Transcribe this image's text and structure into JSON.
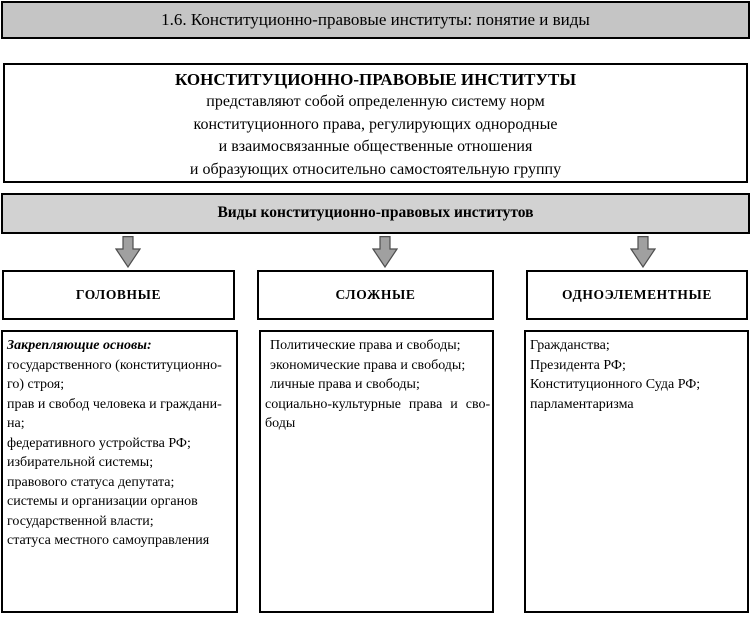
{
  "top_bar": {
    "title": "1.6. Конституционно-правовые институты: понятие и виды"
  },
  "definition_box": {
    "title": "КОНСТИТУЦИОННО-ПРАВОВЫЕ ИНСТИТУТЫ",
    "lines": [
      "представляют собой определенную систему норм",
      "конституционного права, регулирующих однородные",
      "и взаимосвязанные общественные отношения",
      "и образующих относительно самостоятельную группу"
    ]
  },
  "types_bar": {
    "title": "Виды конституционно-правовых институтов"
  },
  "columns": {
    "golovnye": {
      "header": "ГОЛОВНЫЕ",
      "heading": "Закрепляющие основы:",
      "lines": [
        "государственного (конституционно-",
        "го) строя;",
        "прав и свобод человека и граждани-",
        "на;",
        "федеративного устройства РФ;",
        "избирательной системы;",
        "правового статуса депутата;",
        "системы и организации органов",
        "государственной власти;",
        "статуса местного самоуправления"
      ]
    },
    "slozhnye": {
      "header": "СЛОЖНЫЕ",
      "lines": [
        "Политические права и свободы;",
        "экономические права и свободы;",
        "личные права и свободы;",
        "социально-культурные права и сво-",
        "боды"
      ]
    },
    "odnoelementnye": {
      "header": "ОДНОЭЛЕМЕНТНЫЕ",
      "lines": [
        "Гражданства;",
        "Президента РФ;",
        "Конституционного Суда РФ;",
        "парламентаризма"
      ]
    }
  },
  "icons": {
    "down_arrow": "down-arrow-icon"
  },
  "colors": {
    "title_bar_fill": "#c5c5c5",
    "types_bar_fill": "#d2d2d2",
    "arrow_fill": "#a0a0a0",
    "arrow_stroke": "#4d4d4d",
    "box_border": "#000000",
    "background": "#ffffff"
  }
}
